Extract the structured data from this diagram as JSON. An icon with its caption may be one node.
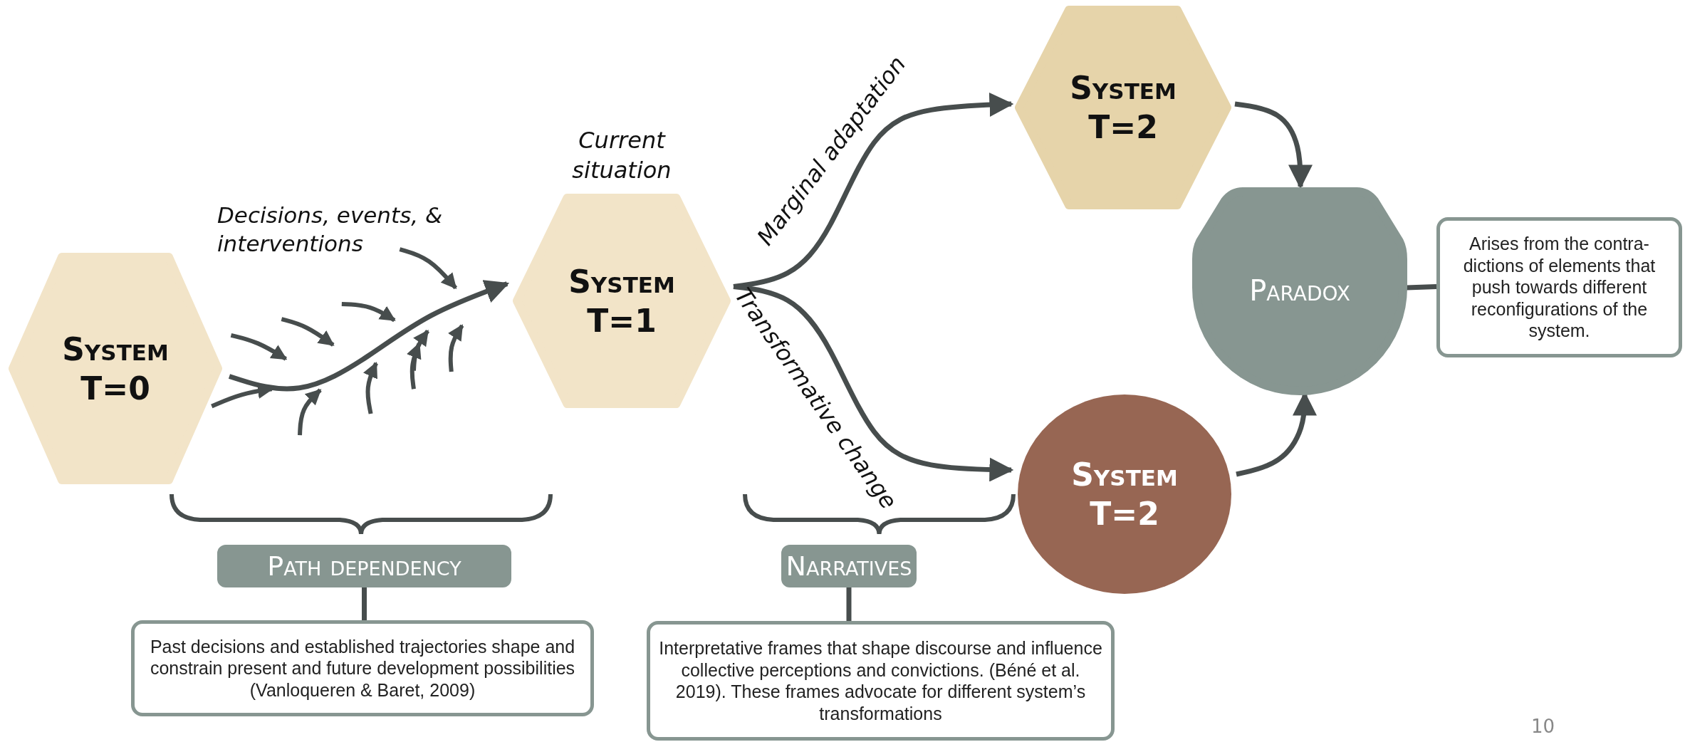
{
  "diagram": {
    "nodes": [
      {
        "text": [
          "System",
          "T=0"
        ]
      },
      {
        "text": [
          "System",
          "T=1"
        ],
        "beside": [
          "Current situation"
        ]
      },
      {
        "text": [
          "System",
          "T=2"
        ]
      },
      {
        "text": [
          "System",
          "T=2"
        ]
      },
      {
        "text": [
          "Paradox"
        ]
      },
      {
        "text": [
          "Arises from the contra- dictions of elements that push towards different reconfigurations of the system."
        ]
      },
      {
        "text": [
          "Path dependency"
        ]
      },
      {
        "text": [
          "Past decisions and established trajectories shape and constrain present and future development possibilities (Vanloqueren & Baret, 2009)"
        ]
      },
      {
        "text": [
          "Narratives"
        ]
      },
      {
        "text": [
          "Interpretative frames that shape discourse and influence collective perceptions and convictions. (Béné et al. 2019). These frames advocate for different system’s transformations"
        ]
      }
    ],
    "edges": [
      {
        "from": 0,
        "to": 1,
        "arrow": "to"
      },
      {
        "from": 1,
        "to": 2,
        "arrow": "to",
        "label": "Marginal adaptation"
      },
      {
        "from": 1,
        "to": 3,
        "arrow": "to",
        "label": "Transformative change"
      },
      {
        "from": 2,
        "to": 4,
        "arrow": "to"
      },
      {
        "from": 3,
        "to": 4,
        "arrow": "to"
      },
      {
        "from": 4,
        "to": 5,
        "arrow": "none"
      },
      {
        "from": 6,
        "to": 7,
        "arrow": "none"
      },
      {
        "from": 8,
        "to": 9,
        "arrow": "none"
      }
    ],
    "labels": [
      "Decisions, events, & interventions",
      "10"
    ]
  }
}
